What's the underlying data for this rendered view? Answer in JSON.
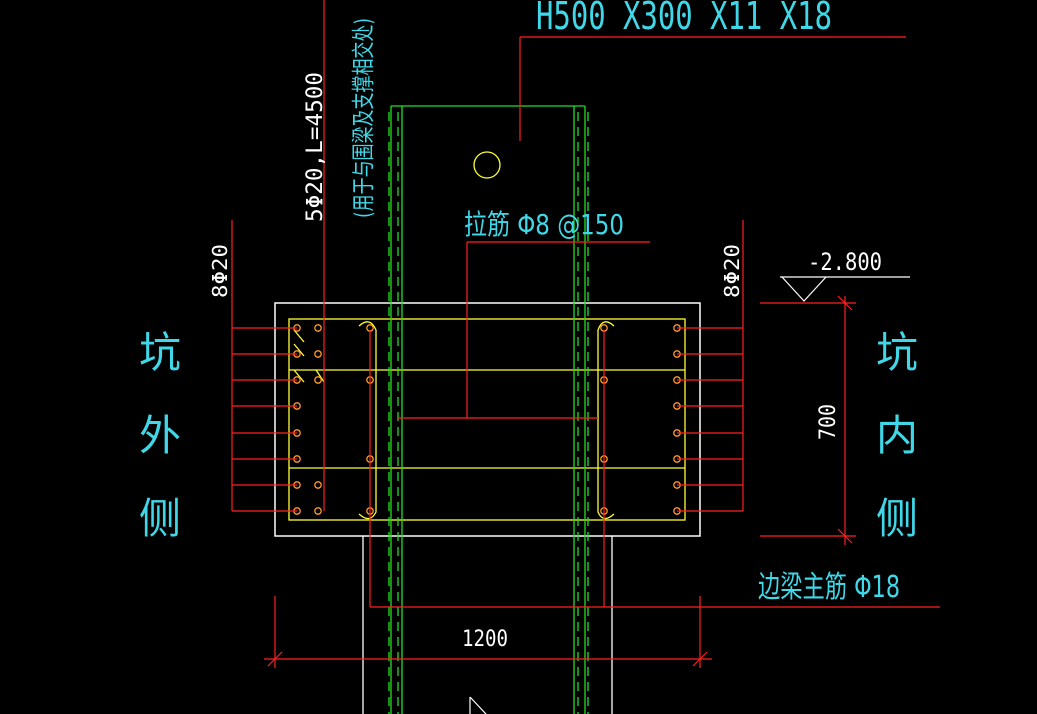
{
  "texts": {
    "section_label": "H500 X300 X11 X18",
    "top_bars": "5Φ20,L=4500",
    "top_bars_note": "(用于与围梁及支撑相交处)",
    "tie_bar": "拉筋  Φ8 @150",
    "side_bars_left": "8Φ20",
    "side_bars_right": "8Φ20",
    "elevation": "-2.800",
    "dim_height": "700",
    "dim_width": "1200",
    "edge_beam_main": "边梁主筋  Φ18",
    "outside_chars": [
      "坑",
      "外",
      "侧"
    ],
    "inside_chars": [
      "坑",
      "内",
      "侧"
    ]
  },
  "colors": {
    "background": "#000000",
    "leader": "#ff2020",
    "steel_column": "#22dd22",
    "stirrup": "#ffff33",
    "annotation": "#40d8e8",
    "outline": "#ffffff"
  }
}
